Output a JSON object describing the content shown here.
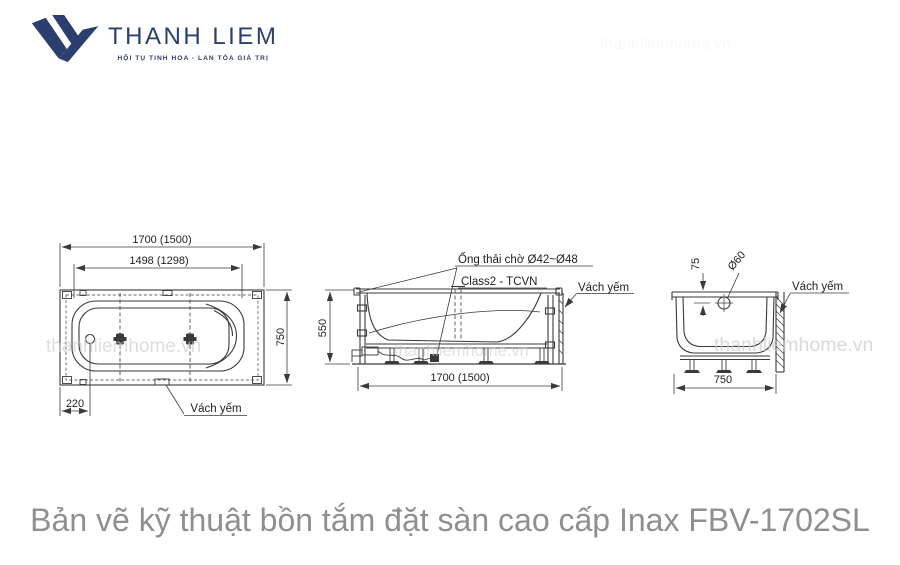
{
  "brand": {
    "name": "THANH LIEM",
    "tagline": "HỘI TỤ TINH HOA - LAN TỎA GIÁ TRỊ",
    "color": "#2b3e6e"
  },
  "watermark": {
    "text": "thanhliemhome.vn"
  },
  "caption": "Bản vẽ kỹ thuật bồn tắm đặt sàn cao cấp Inax FBV-1702SL",
  "colors": {
    "brand_navy": "#2b3e6e",
    "drawing_line": "#3a3a3a",
    "caption_gray": "#8f8f8f",
    "watermark_gray": "#c9c9c9"
  },
  "views": {
    "top": {
      "dims": {
        "outer_length": "1700 (1500)",
        "inner_length": "1498 (1298)",
        "width": "750",
        "drain_offset": "220"
      },
      "labels": {
        "apron": "Vách yếm"
      }
    },
    "side": {
      "dims": {
        "height": "550",
        "length": "1700 (1500)"
      },
      "labels": {
        "drain_pipe": "Ống thải chờ Ø42~Ø48",
        "class_standard": "Class2 - TCVN",
        "apron": "Vách yếm"
      }
    },
    "end": {
      "dims": {
        "overflow_offset": "75",
        "overflow_diameter": "Ø60",
        "width": "750"
      },
      "labels": {
        "apron": "Vách yếm"
      }
    }
  }
}
